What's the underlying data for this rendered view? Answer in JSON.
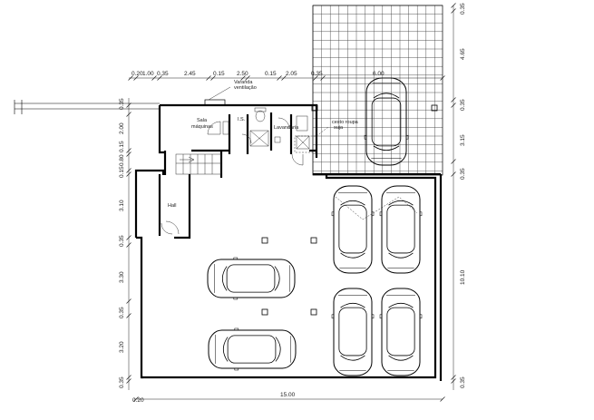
{
  "rooms": {
    "varanda": "Varanda\nventilação",
    "sala": "Sala",
    "maquinas": "máquinas",
    "is": "I.S.",
    "lavandaria": "Lavandaria",
    "cesto1": "cesto roupa",
    "cesto2": "suja",
    "hall": "Hall"
  },
  "dims_top": [
    "0.20",
    "1.00",
    "0.35",
    "2.45",
    "0.15",
    "2.50",
    "0.15",
    "2.05",
    "0.35",
    "6.00"
  ],
  "dims_left": [
    "0.35",
    "2.00",
    "0.15",
    "0.80",
    "0.15",
    "3.10",
    "0.35",
    "3.30",
    "0.35",
    "3.20",
    "0.35",
    "0.20"
  ],
  "dims_right": [
    "0.35",
    "4.65",
    "0.35",
    "3.15",
    "0.35",
    "10.10",
    "0.35"
  ],
  "dims_bottom": [
    "15.00"
  ]
}
